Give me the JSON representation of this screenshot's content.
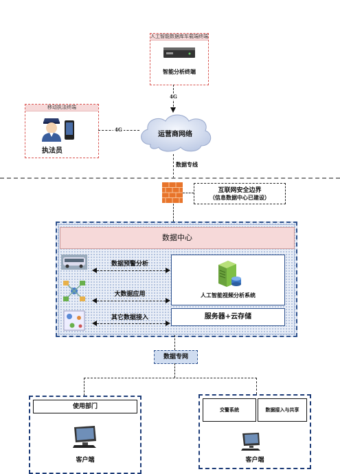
{
  "top_terminal": {
    "header": "人工智能数据库车载端终端",
    "label": "智能分析终端"
  },
  "link_4g_vertical": "4G",
  "cloud": {
    "label": "运营商网络"
  },
  "mobile_terminal": {
    "header": "移动执法终端",
    "label": "执法员"
  },
  "link_4g_horizontal": "4G",
  "dedicated_line": "数据专线",
  "firewall": {
    "line1": "互联网安全边界",
    "line2": "（信息数据中心已建设）"
  },
  "data_center": {
    "title": "数据中心",
    "functions": [
      "数据预警分析",
      "大数据应用",
      "其它数据接入"
    ],
    "system_label": "人工智能视频分析系统",
    "server_label": "服务器+云存储"
  },
  "private_net": "数据专网",
  "client_left": {
    "dept_label": "使用部门",
    "client_label": "客户端"
  },
  "client_right": {
    "box1": "交警系统",
    "box2": "数据接入与共享",
    "client_label": "客户端"
  },
  "colors": {
    "red_dash": "#d9534f",
    "panel_blue": "#2b4f8c",
    "pink": "#f6d9d9",
    "firewall": "#e8742a",
    "server_green": "#8bc34a"
  }
}
